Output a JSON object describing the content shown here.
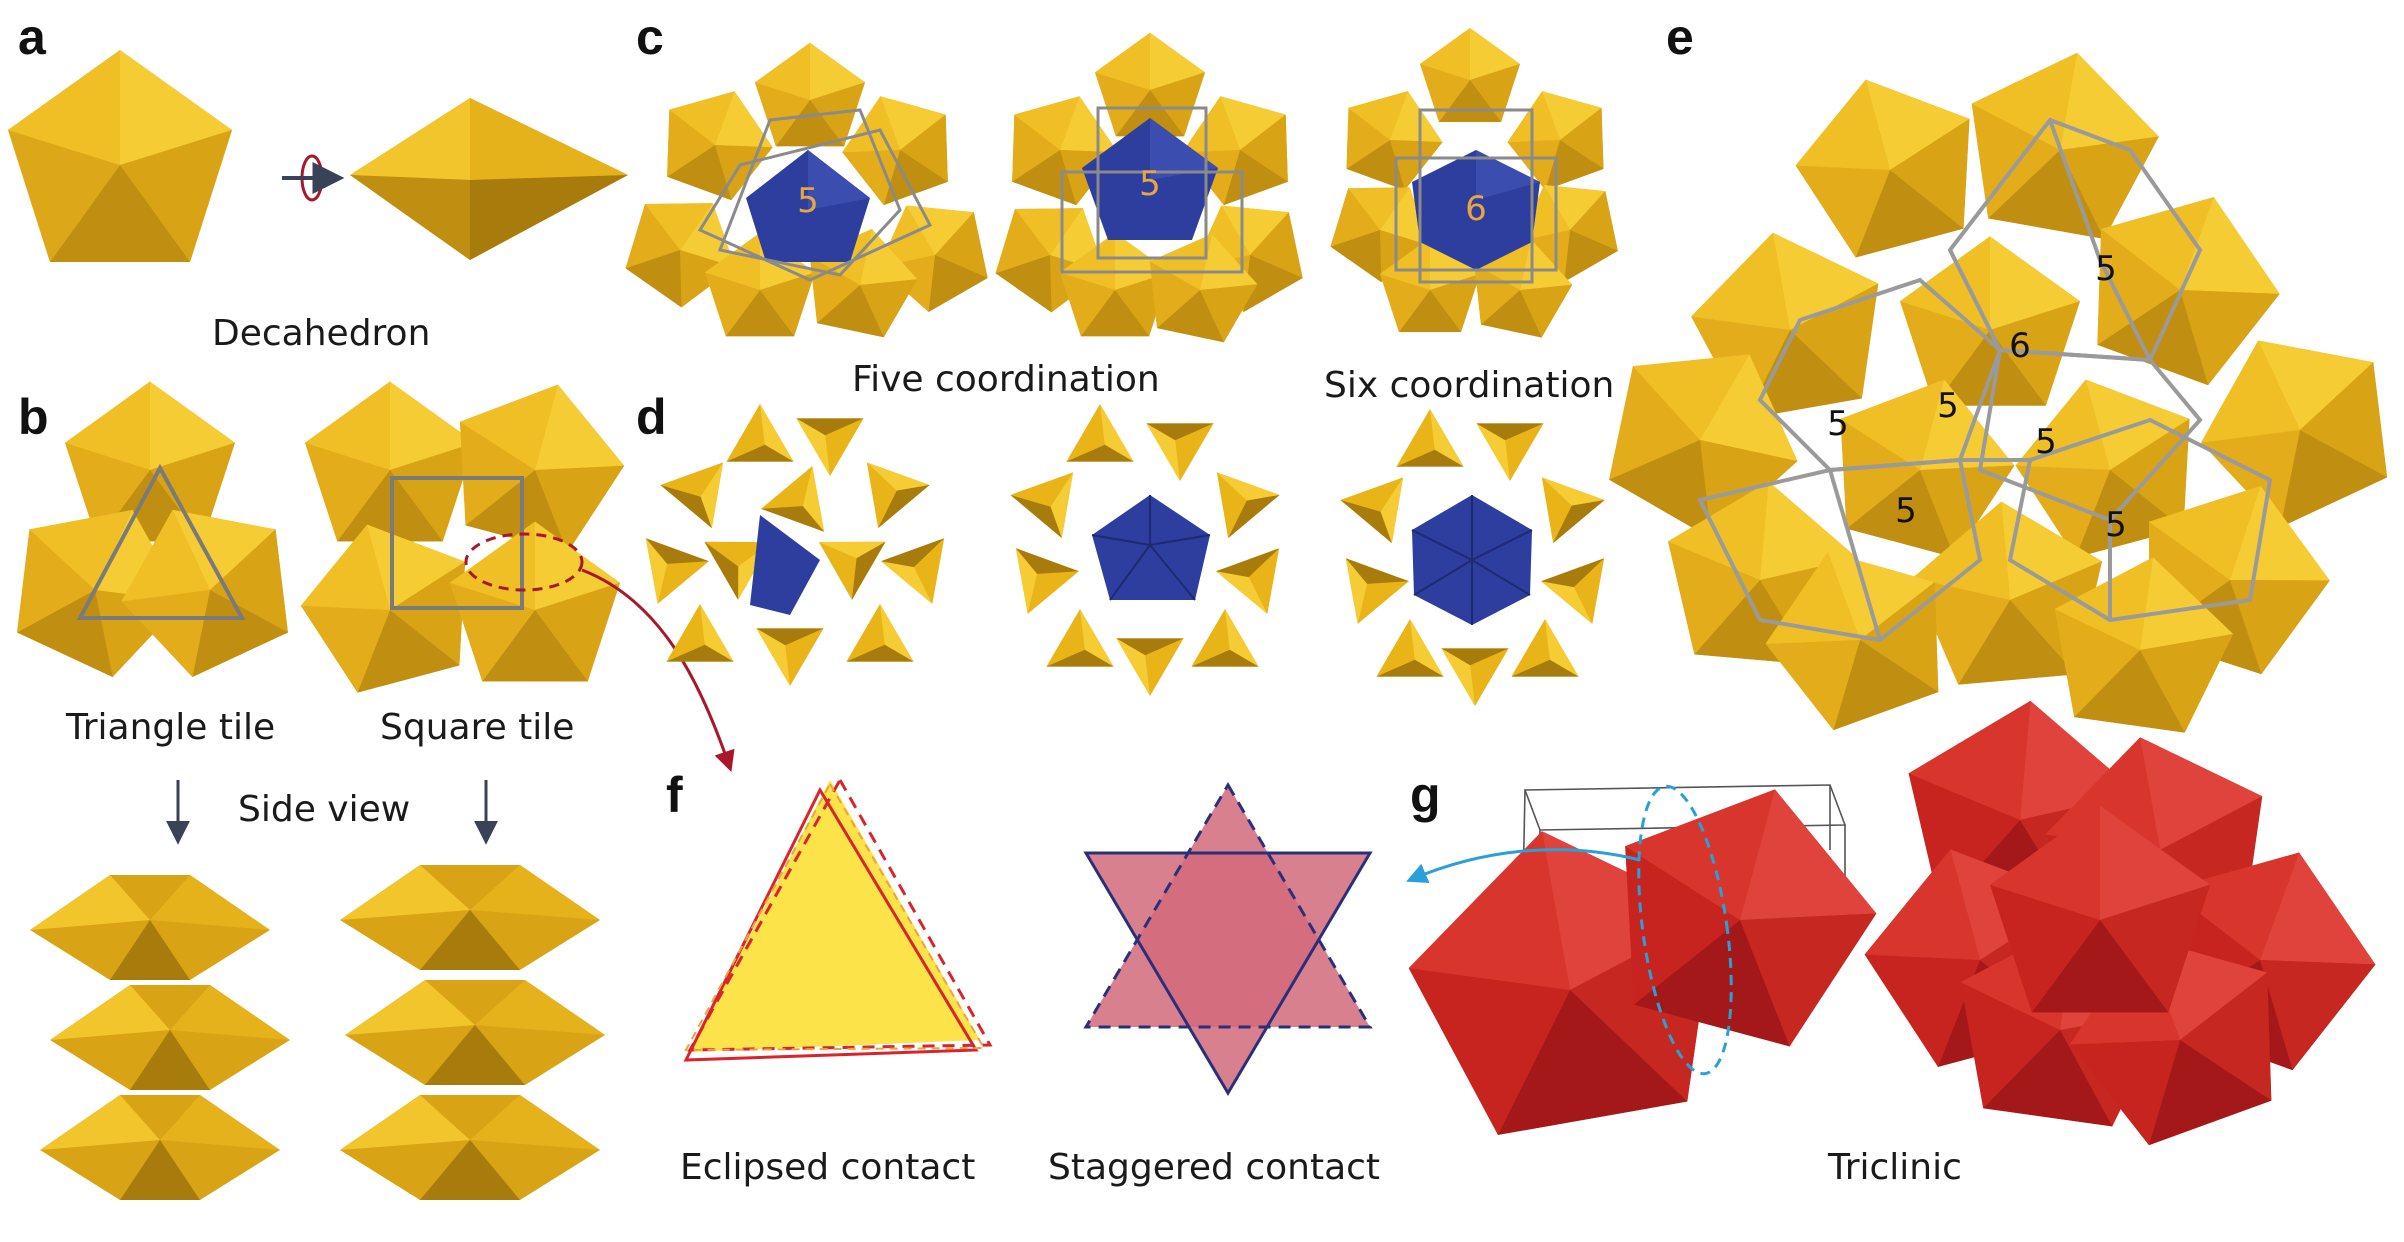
{
  "panels": {
    "a": {
      "label": "a",
      "caption": "Decahedron"
    },
    "b": {
      "label": "b",
      "tile1": "Triangle tile",
      "tile2": "Square tile",
      "side": "Side view"
    },
    "c": {
      "label": "c",
      "n1": "5",
      "n2": "5",
      "n3": "6",
      "caption1": "Five coordination",
      "caption2": "Six coordination"
    },
    "d": {
      "label": "d"
    },
    "e": {
      "label": "e",
      "n": [
        "5",
        "6",
        "5",
        "5",
        "5",
        "5",
        "5"
      ]
    },
    "f": {
      "label": "f",
      "caption1": "Eclipsed contact",
      "caption2": "Staggered contact"
    },
    "g": {
      "label": "g",
      "caption": "Triclinic"
    }
  },
  "colors": {
    "gold": "#e8b418",
    "gold_light": "#f5c933",
    "gold_dark": "#a87c0c",
    "blue": "#2e3e9e",
    "red": "#c8201f",
    "red_light": "#e03a34",
    "frame": "#8a8a8a",
    "arrow_red": "#a8182a",
    "arrow_blue": "#2a9fd8",
    "star_fill": "#d26a7a",
    "tri_fill": "#fde34a"
  }
}
